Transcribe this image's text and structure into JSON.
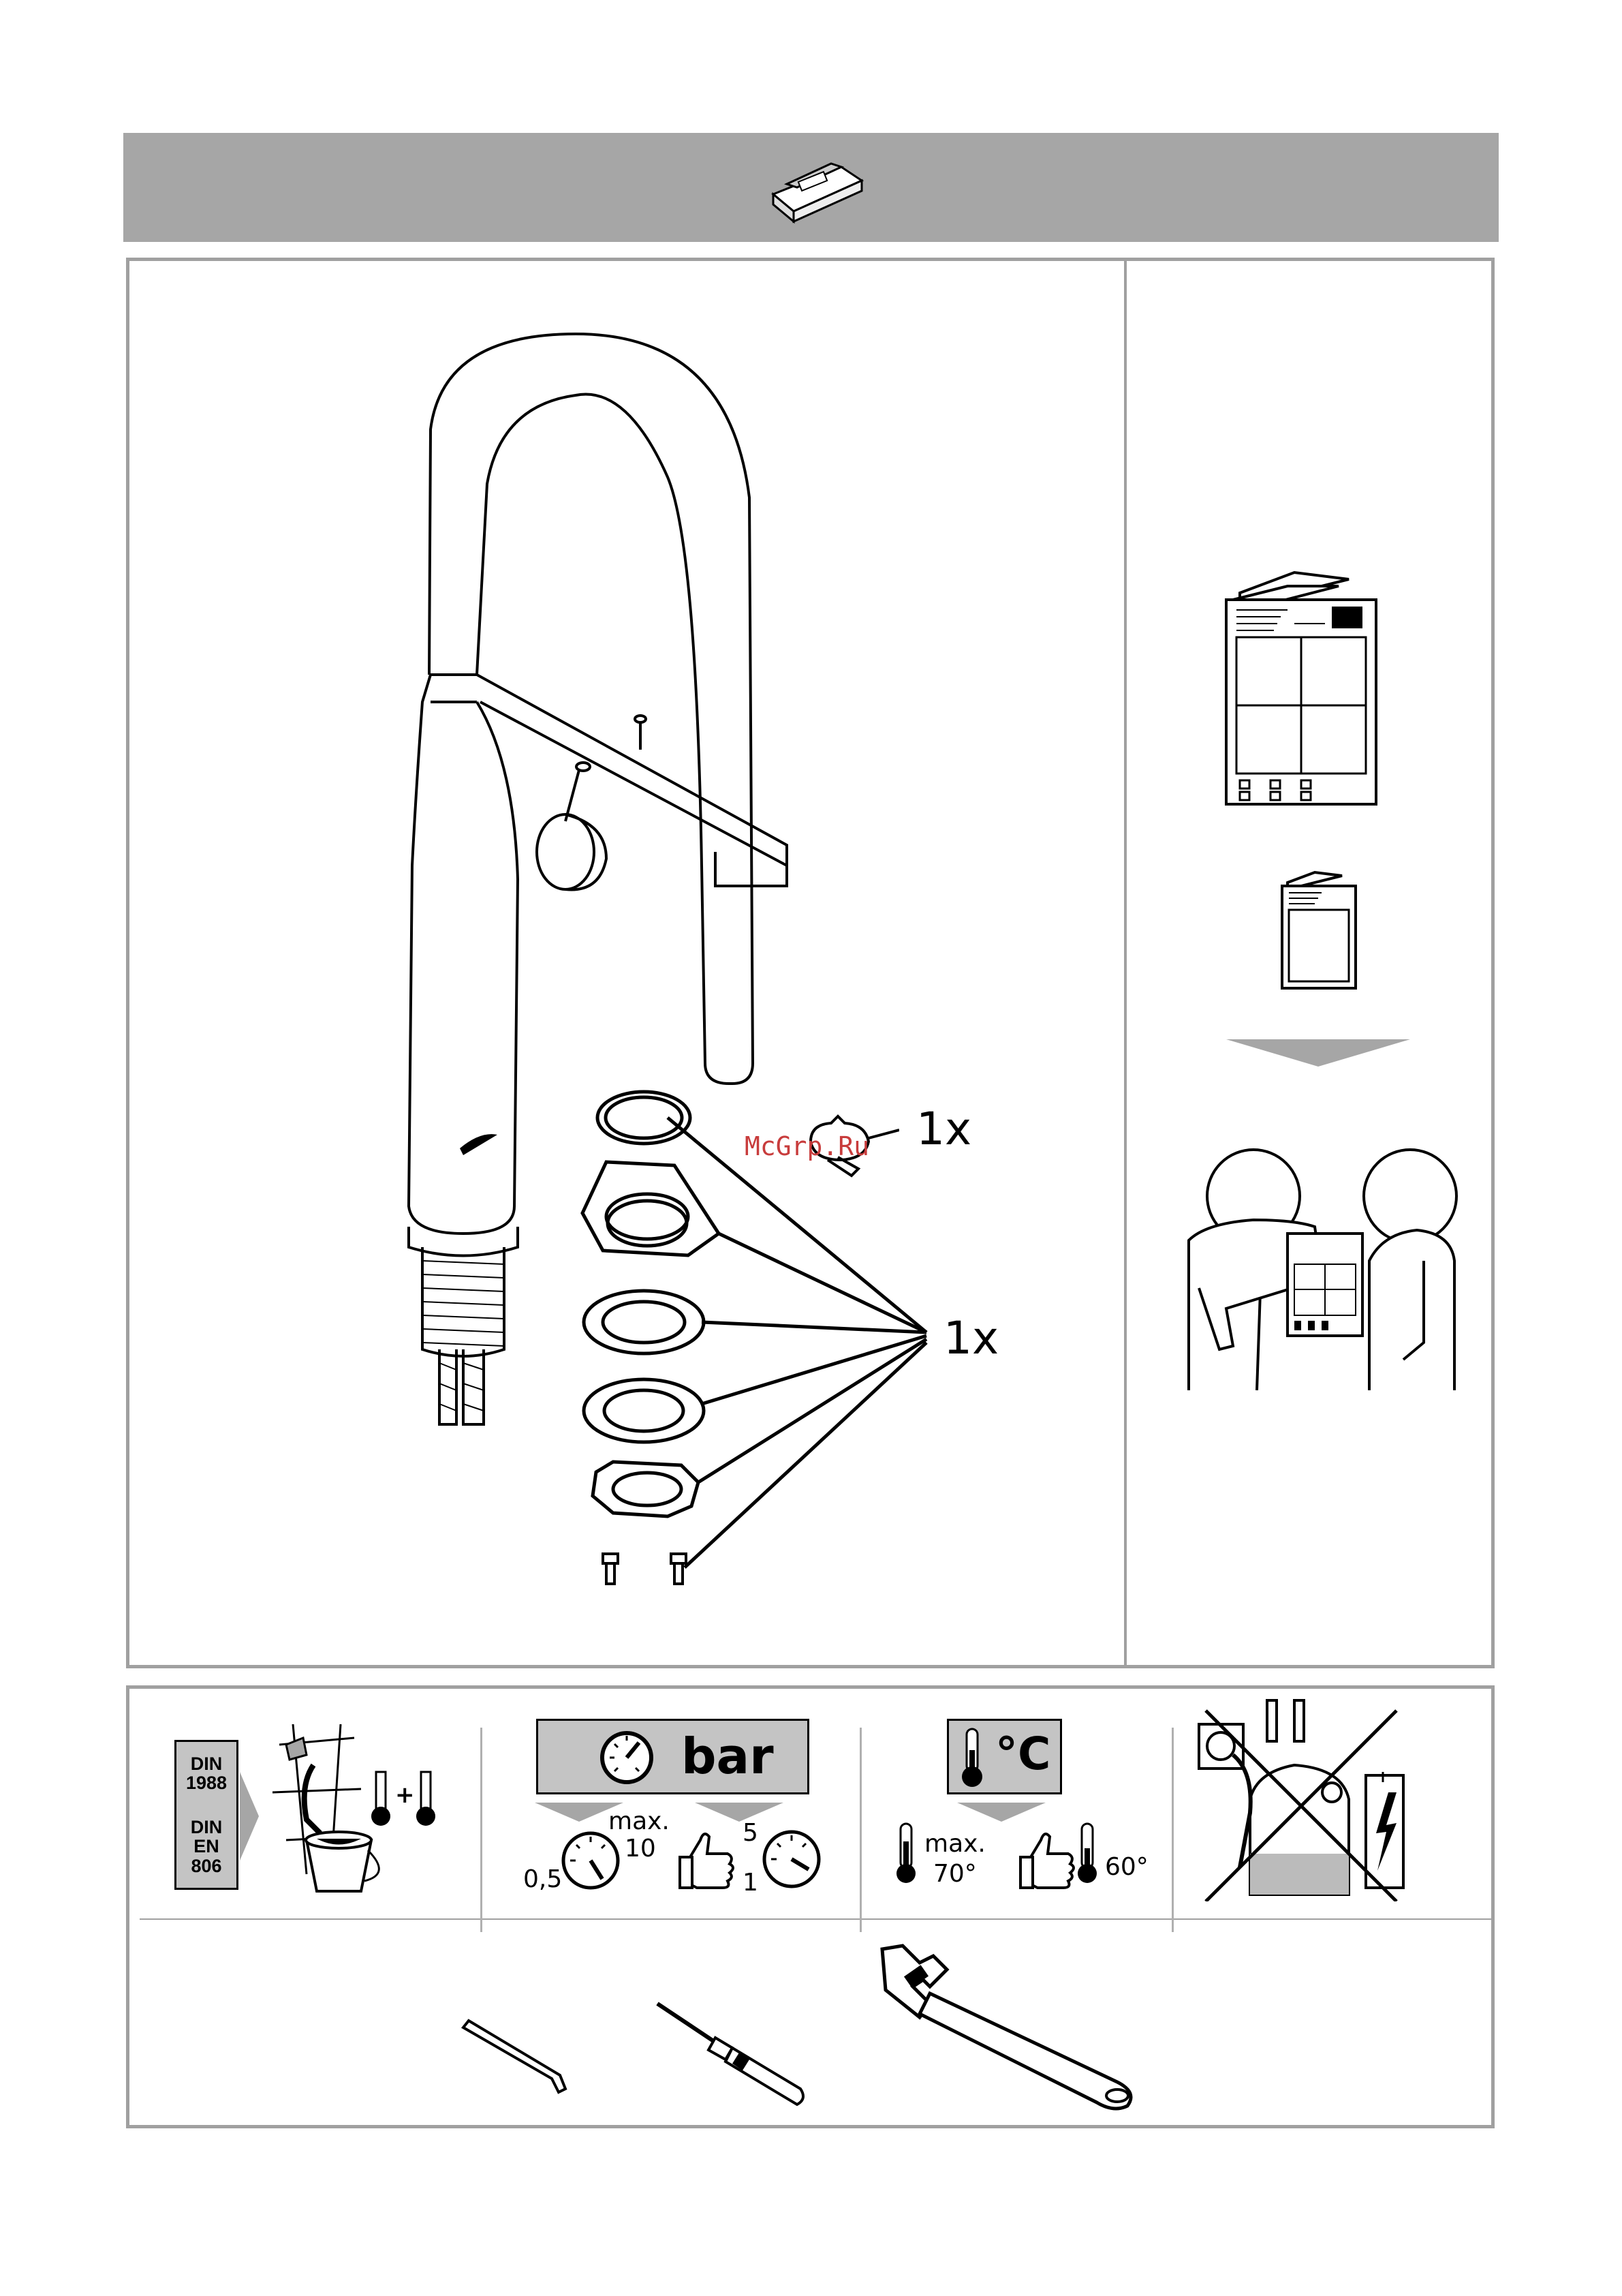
{
  "header": {
    "brand_box_icon": "grohe-package-box-icon"
  },
  "main": {
    "parts_kit": {
      "clip_quantity": "1x",
      "seal_set_quantity": "1x"
    },
    "watermark": "McGrp.Ru",
    "documents_icon": "manual-booklets-icon",
    "handover_icon": "installer-hands-over-manual-icon"
  },
  "requirements": {
    "din": {
      "line1": "DIN",
      "line2": "1988",
      "line3": "DIN",
      "line4": "EN",
      "line5": "806"
    },
    "pressure": {
      "unit": "bar",
      "min": "0,5",
      "max_label": "max.",
      "max": "10",
      "recommended_high": "5",
      "recommended_low": "1"
    },
    "temperature": {
      "unit": "°C",
      "max_label": "max.",
      "max": "70°",
      "recommended": "60°"
    },
    "warning_icon": "no-pressureless-boiler-icon"
  },
  "tools": [
    "hex-key-icon",
    "screwdriver-icon",
    "adjustable-wrench-icon"
  ]
}
